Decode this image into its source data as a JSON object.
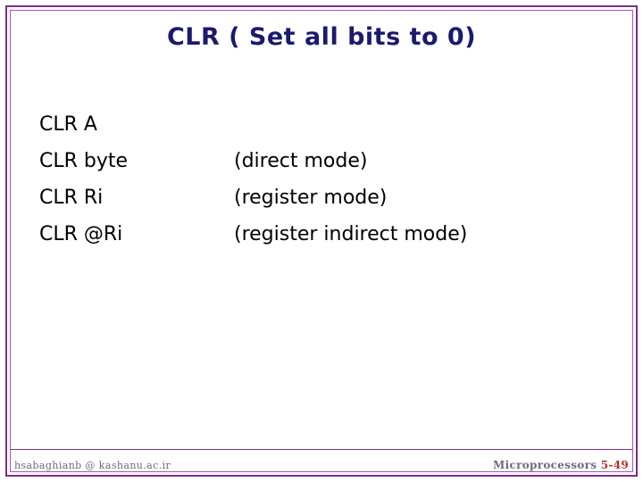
{
  "slide": {
    "title": "CLR ( Set all bits to 0)",
    "rows": [
      {
        "instruction": "CLR A",
        "mode": ""
      },
      {
        "instruction": "CLR byte",
        "mode": "(direct mode)"
      },
      {
        "instruction": "CLR Ri",
        "mode": "(register mode)"
      },
      {
        "instruction": "CLR @Ri",
        "mode": "(register indirect mode)"
      }
    ],
    "footer": {
      "left": "hsabaghianb @ kashanu.ac.ir",
      "right_text": "Microprocessors",
      "right_page": "5-49"
    },
    "colors": {
      "border_outer": "#7b2d8e",
      "border_inner": "#9b59b6",
      "title": "#1a1a6e",
      "footer": "#6b6b7a",
      "page_num": "#b03030"
    }
  }
}
